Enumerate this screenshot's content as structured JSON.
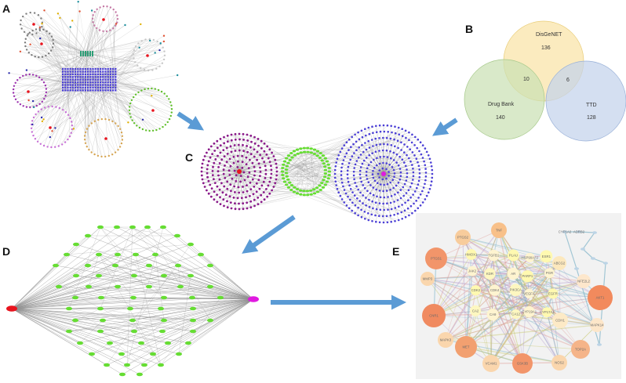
{
  "panels": {
    "a": "A",
    "b": "B",
    "c": "C",
    "d": "D",
    "e": "E"
  },
  "venn": {
    "sets": [
      {
        "name": "DisGeNET",
        "unique": "136",
        "color": "#f9e3a6"
      },
      {
        "name": "Drug Bank",
        "unique": "140",
        "color": "#cbe0b4"
      },
      {
        "name": "TTD",
        "unique": "128",
        "color": "#c3d3ec"
      }
    ],
    "overlaps": {
      "disgenet_drugbank": "10",
      "disgenet_ttd": "6"
    }
  },
  "ppi": {
    "genes": [
      "TNF",
      "PTGS2",
      "PTGS1",
      "MMP3",
      "CNR1",
      "MAPK3",
      "MET",
      "VCAM1",
      "GSK3B",
      "NOS2",
      "TOP2A",
      "MAPK14",
      "AKT1",
      "NFE2L2",
      "ABCG2",
      "CDH1",
      "HMOX1",
      "TGFB1",
      "PLAU",
      "HSP90AA1",
      "ESR1",
      "JAK2",
      "KDR",
      "AR",
      "PARP1",
      "PGR",
      "CDK2",
      "CDK4",
      "PIK3CA",
      "VEGFA",
      "EGFR",
      "CA2",
      "CA9",
      "CA12",
      "CYP19A1",
      "CYP17A1",
      "CYP1A2",
      "ADRB2"
    ]
  },
  "colors": {
    "arrow": "#5b9bd5",
    "edge": "#9a9a9a",
    "green_node": "#66dd33",
    "purple_node": "#8a1a8a",
    "blue_node": "#4b3fd6",
    "red_node": "#e8141e",
    "magenta_node": "#e01ae0",
    "teal_node": "#2c9e76",
    "ppi_bg": "#f2f2f2"
  },
  "icons": {
    "arrow": "blue-block-arrow"
  }
}
